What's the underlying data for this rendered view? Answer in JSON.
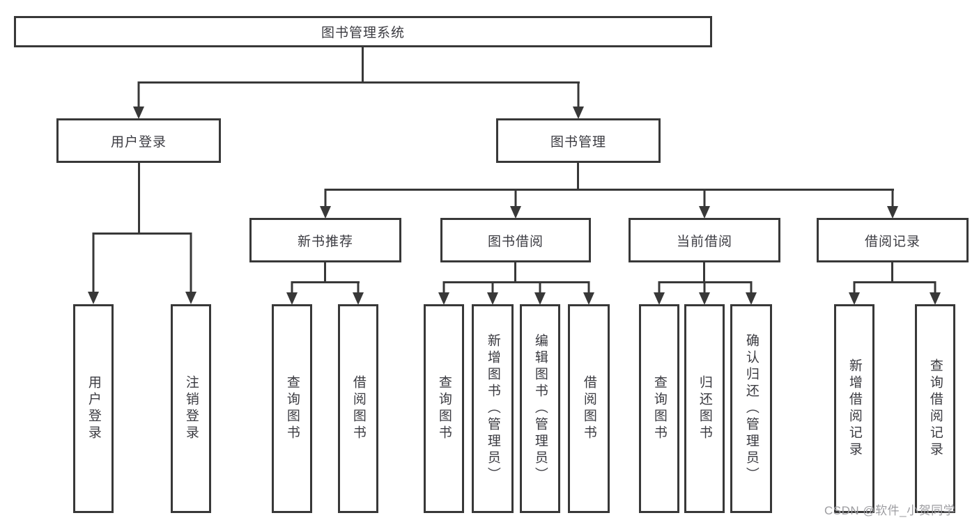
{
  "colors": {
    "line": "#383838",
    "text": "#3b3b41",
    "watermark": "#9d9da1",
    "background": "#ffffff"
  },
  "watermark": {
    "text": "CSDN @软件_小贺同学"
  },
  "diagram": {
    "type": "tree",
    "root": {
      "label": "图书管理系统"
    },
    "branches": [
      {
        "label": "用户登录",
        "children": [
          "用户登录",
          "注销登录"
        ]
      },
      {
        "label": "图书管理",
        "groups": [
          {
            "label": "新书推荐",
            "children": [
              "查询图书",
              "借阅图书"
            ]
          },
          {
            "label": "图书借阅",
            "children": [
              "查询图书",
              "新增图书（管理员）",
              "编辑图书（管理员）",
              "借阅图书"
            ]
          },
          {
            "label": "当前借阅",
            "children": [
              "查询图书",
              "归还图书",
              "确认归还（管理员）"
            ]
          },
          {
            "label": "借阅记录",
            "children": [
              "新增借阅记录",
              "查询借阅记录"
            ]
          }
        ]
      }
    ]
  }
}
